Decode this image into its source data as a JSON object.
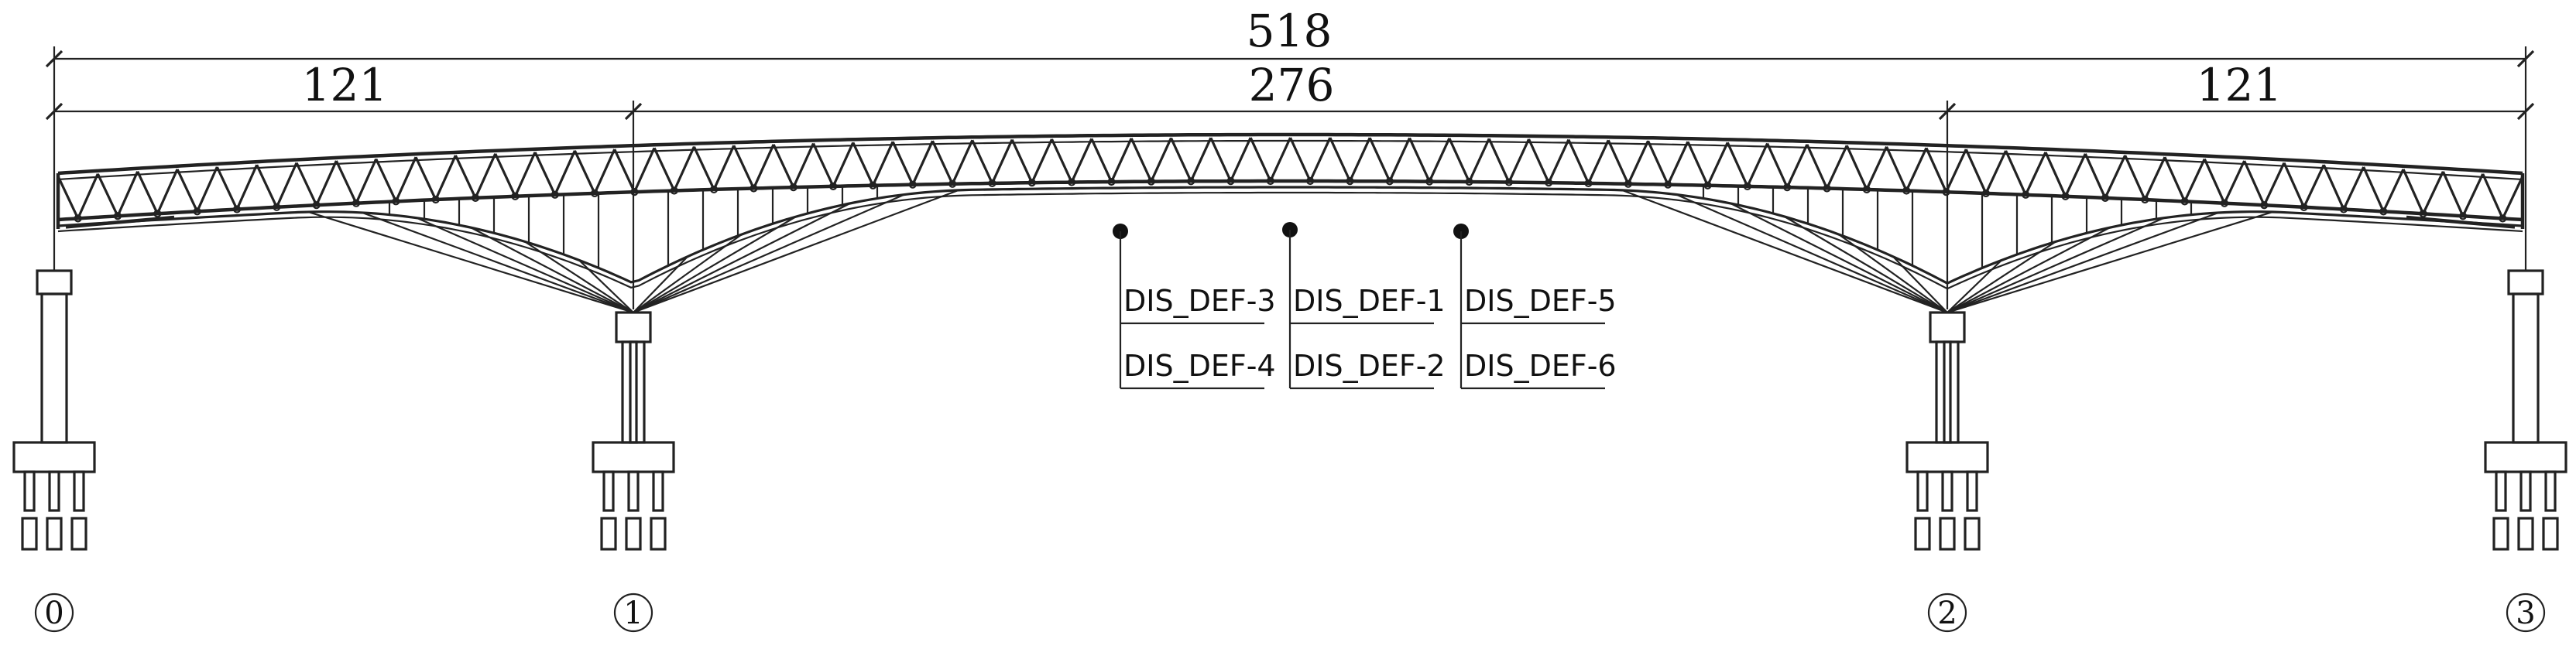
{
  "dimensions": {
    "total": "518",
    "span_left": "121",
    "span_main": "276",
    "span_right": "121"
  },
  "sensors": {
    "left_upper": "DIS_DEF-3",
    "left_lower": "DIS_DEF-4",
    "mid_upper": "DIS_DEF-1",
    "mid_lower": "DIS_DEF-2",
    "right_upper": "DIS_DEF-5",
    "right_lower": "DIS_DEF-6"
  },
  "piers": [
    "0",
    "1",
    "2",
    "3"
  ]
}
